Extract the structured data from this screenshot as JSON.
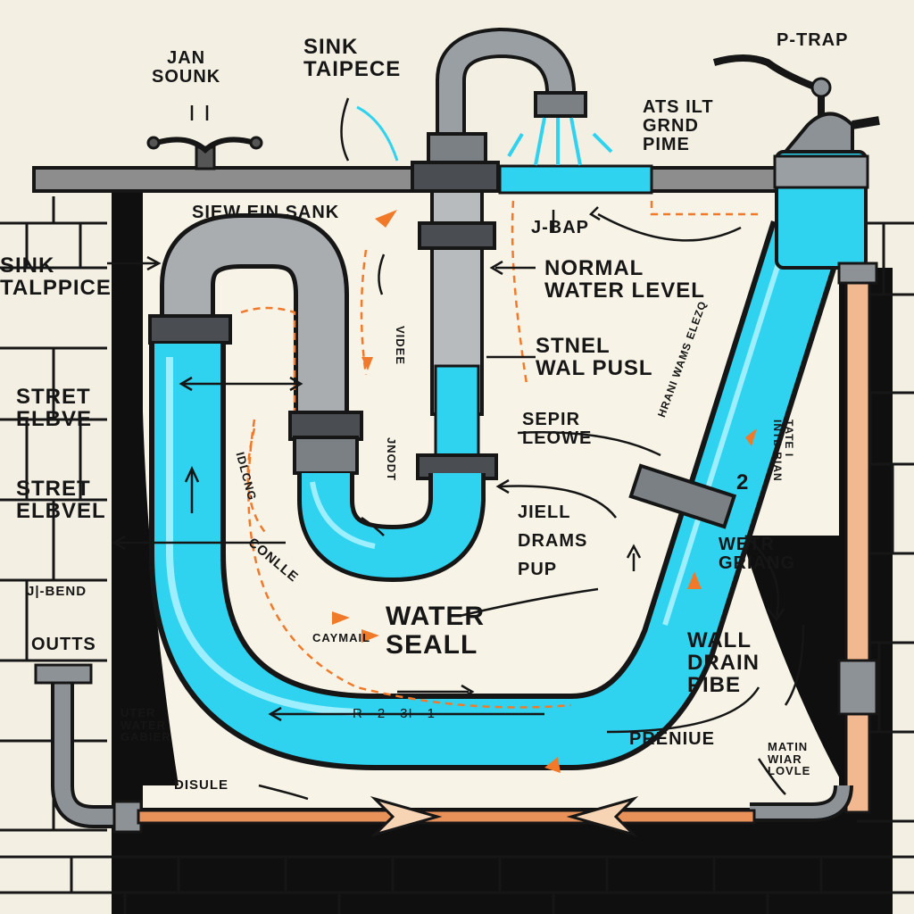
{
  "colors": {
    "paper": "#f3efe2",
    "ink": "#161616",
    "water": "#2fd3ef",
    "water_light": "#9defff",
    "pipe_steel": "#8f9498",
    "arrow_orange": "#f07a2a",
    "supply_line": "#e8925a"
  },
  "labels": {
    "jan_sounk": "JAN\nSOUNK",
    "sink_taipece": "SINK\nTAIPECE",
    "p_trap": "P-TRAP",
    "ats_ilt_grnd_pime": "ATS ILT\nGRND\nPIME",
    "siew_ein_sank": "SIEW EIN SANK",
    "j_bap": "J-BAP",
    "sink_talppice": "SINK\nTALPPICE",
    "normal_water_level": "NORMAL\nWATER LEVEL",
    "stnel_wal_pusl": "STNEL\nWAL PUSL",
    "stret_elbve": "STRET\nELBVE",
    "sepir_leowe": "SEPIR\nLEOWE",
    "stret_elbvel": "STRET\nELBVEL",
    "jiell_drams_pup": "JIELL\nDRAMS\nPUP",
    "wetr_griang": "WETR\nGRIANG",
    "j_bend": "J|-BEND",
    "water_seall": "WATER\nSEALL",
    "wall_drain_pibe": "WALL\nDRAIN\nPIBE",
    "outts": "OUTTS",
    "uter_water_gabier": "UTER\nWATER\nGABIER",
    "disule": "DISULE",
    "preniue": "PRENIUE",
    "matin_wiar_lovle": "MATIN\nWIAR\nLOVLE",
    "r_2_3_1": "R—2—3I—1",
    "conlle": "CONLLE",
    "caymail": "CAYMAIL",
    "idlcng": "IDLCNG",
    "jnodt": "JNODT",
    "videe": "VIDEE",
    "hrani_wams": "HRANI WAMS ELEZQ",
    "tate_intd_bian": "TATE I\nINTD BIAN",
    "num_2": "2"
  }
}
